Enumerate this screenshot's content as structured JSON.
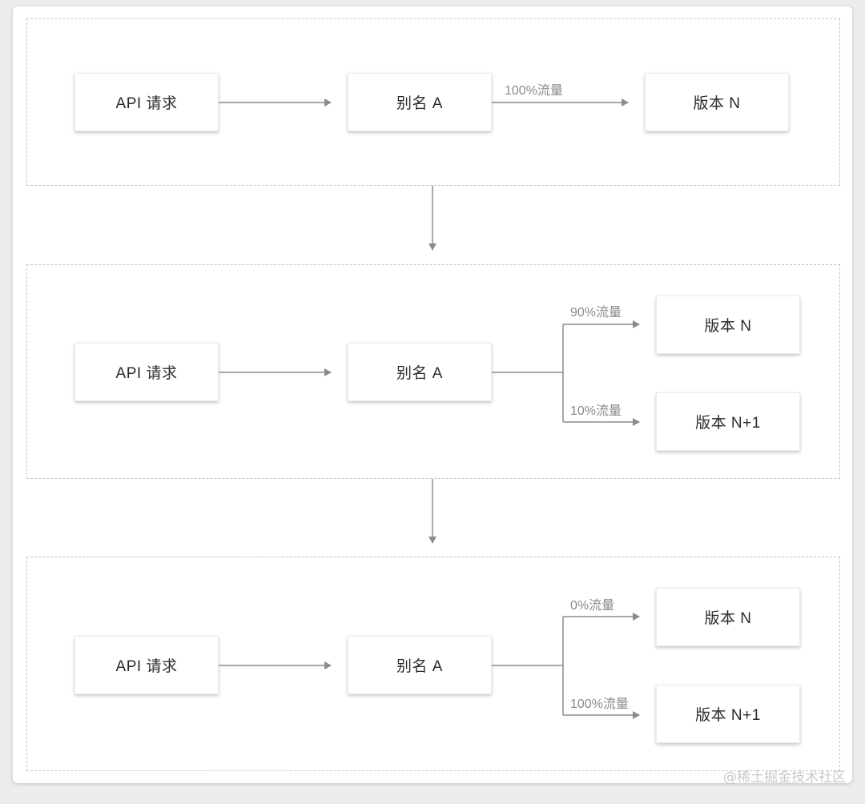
{
  "stages": [
    {
      "source": "API 请求",
      "alias": "别名 A",
      "targets": [
        {
          "label": "版本 N",
          "traffic": "100%流量"
        }
      ]
    },
    {
      "source": "API 请求",
      "alias": "别名 A",
      "targets": [
        {
          "label": "版本 N",
          "traffic": "90%流量"
        },
        {
          "label": "版本 N+1",
          "traffic": "10%流量"
        }
      ]
    },
    {
      "source": "API 请求",
      "alias": "别名 A",
      "targets": [
        {
          "label": "版本 N",
          "traffic": "0%流量"
        },
        {
          "label": "版本 N+1",
          "traffic": "100%流量"
        }
      ]
    }
  ],
  "watermark": "@稀土掘金技术社区",
  "colors": {
    "arrow": "#8c8c8c",
    "dashed_border": "#c6c6c6",
    "box_text": "#2b2b2b",
    "label_text": "#8a8a8a"
  }
}
